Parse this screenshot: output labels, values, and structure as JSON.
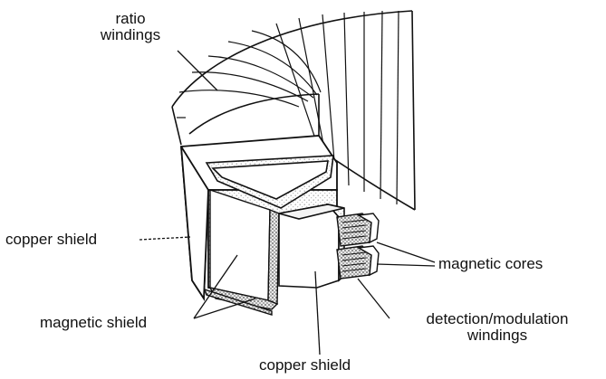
{
  "labels": {
    "ratio_windings": [
      "ratio",
      "windings"
    ],
    "copper_shield_left": "copper shield",
    "magnetic_cores": "magnetic cores",
    "magnetic_shield": "magnetic shield",
    "detection_windings": [
      "detection/modulation",
      "windings"
    ],
    "copper_shield_bottom": "copper shield"
  },
  "colors": {
    "ink": "#111111",
    "stipple": "#d9d9d9",
    "dark_stipple": "#8a8a8a"
  }
}
